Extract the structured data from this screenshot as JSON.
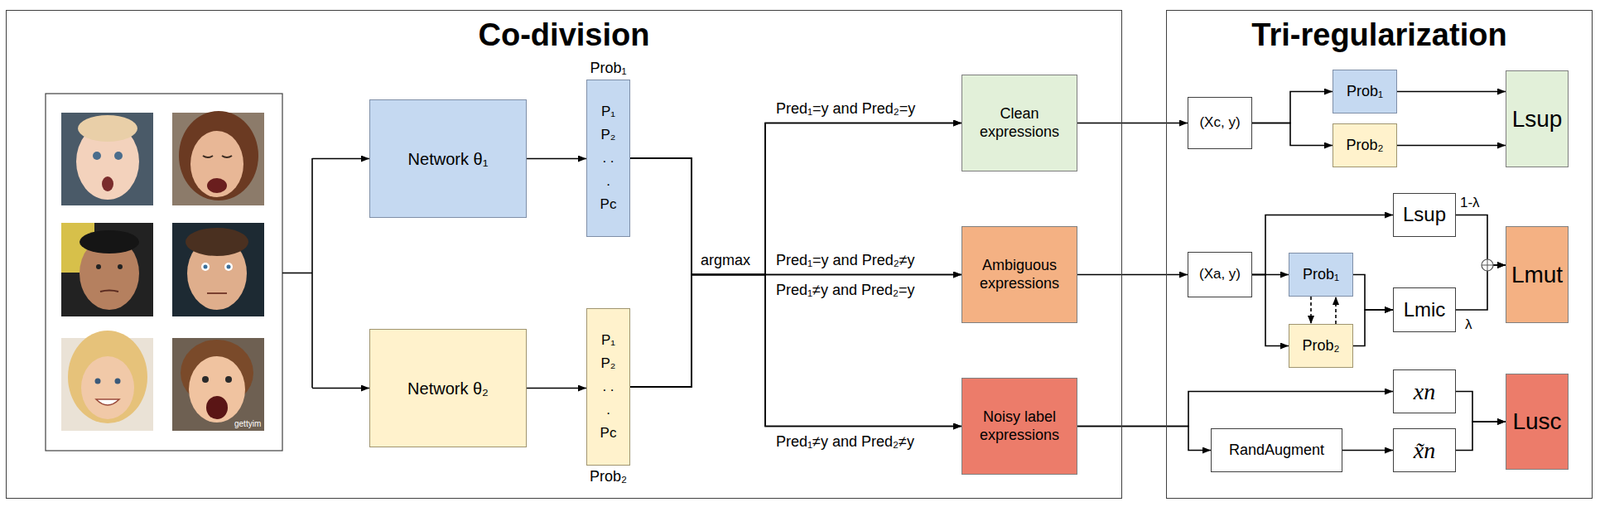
{
  "diagram": {
    "nodes": [
      {
        "text": [
          "Co-division"
        ]
      },
      {
        "text": [
          "Network θ₁"
        ],
        "in": 0
      },
      {
        "text": [
          "Network θ₂"
        ],
        "in": 0
      },
      {
        "text": [
          "Prob₁",
          "P₁ P₂ . . . Pc"
        ],
        "in": 0
      },
      {
        "text": [
          "P₁ P₂ . . . Pc",
          "Prob₂"
        ],
        "in": 0
      },
      {
        "text": [
          "Clean expressions"
        ],
        "in": 0
      },
      {
        "text": [
          "Ambiguous expressions"
        ],
        "in": 0
      },
      {
        "text": [
          "Noisy label expressions"
        ],
        "in": 0
      },
      {
        "text": [
          "Tri-regularization"
        ]
      },
      {
        "text": [
          "(Xc, y)"
        ],
        "in": 8
      },
      {
        "text": [
          "Prob₁"
        ],
        "in": 8
      },
      {
        "text": [
          "Prob₂"
        ],
        "in": 8
      },
      {
        "text": [
          "Lsup"
        ],
        "in": 8
      },
      {
        "text": [
          "(Xa, y)"
        ],
        "in": 8
      },
      {
        "text": [
          "Lsup"
        ],
        "in": 8
      },
      {
        "text": [
          "Prob₁"
        ],
        "in": 8
      },
      {
        "text": [
          "Prob₂"
        ],
        "in": 8
      },
      {
        "text": [
          "Lmic"
        ],
        "in": 8
      },
      {
        "text": [
          "Lmut"
        ],
        "in": 8
      },
      {
        "text": [
          "xn"
        ],
        "in": 8
      },
      {
        "text": [
          "RandAugment"
        ],
        "in": 8
      },
      {
        "text": [
          "x̃n"
        ],
        "in": 8
      },
      {
        "text": [
          "Lusc"
        ],
        "in": 8
      }
    ],
    "edges": [
      {
        "from": 1,
        "to": 3,
        "arrow": "to"
      },
      {
        "from": 2,
        "to": 4,
        "arrow": "to"
      },
      {
        "from": 3,
        "to": 5,
        "arrow": "to",
        "label": "Pred₁=y and Pred₂=y"
      },
      {
        "from": 3,
        "to": 6,
        "arrow": "to",
        "label": "Pred₁=y and Pred₂≠y"
      },
      {
        "from": 3,
        "to": 7,
        "arrow": "to",
        "label": "Pred₁≠y and Pred₂≠y"
      },
      {
        "from": 4,
        "to": 5,
        "arrow": "to"
      },
      {
        "from": 4,
        "to": 6,
        "arrow": "to",
        "label": "Pred₁≠y and Pred₂=y"
      },
      {
        "from": 4,
        "to": 7,
        "arrow": "to"
      },
      {
        "from": 5,
        "to": 9,
        "arrow": "to"
      },
      {
        "from": 6,
        "to": 13,
        "arrow": "to"
      },
      {
        "from": 7,
        "to": 19,
        "arrow": "to"
      },
      {
        "from": 7,
        "to": 20,
        "arrow": "to"
      },
      {
        "from": 9,
        "to": 10,
        "arrow": "to"
      },
      {
        "from": 9,
        "to": 11,
        "arrow": "to"
      },
      {
        "from": 10,
        "to": 12,
        "arrow": "to"
      },
      {
        "from": 11,
        "to": 12,
        "arrow": "to"
      },
      {
        "from": 13,
        "to": 14,
        "arrow": "to"
      },
      {
        "from": 13,
        "to": 15,
        "arrow": "to"
      },
      {
        "from": 13,
        "to": 16,
        "arrow": "to"
      },
      {
        "from": 15,
        "to": 16,
        "arrow": "to"
      },
      {
        "from": 16,
        "to": 15,
        "arrow": "to"
      },
      {
        "from": 15,
        "to": 17,
        "arrow": "to"
      },
      {
        "from": 16,
        "to": 17,
        "arrow": "to"
      },
      {
        "from": 14,
        "to": 18,
        "arrow": "to",
        "label": "1-λ"
      },
      {
        "from": 17,
        "to": 18,
        "arrow": "to",
        "label": "λ"
      },
      {
        "from": 20,
        "to": 21,
        "arrow": "to"
      },
      {
        "from": 19,
        "to": 22,
        "arrow": "to"
      },
      {
        "from": 21,
        "to": 22,
        "arrow": "to"
      }
    ],
    "labels": [
      "argmax",
      "gettyim"
    ]
  }
}
